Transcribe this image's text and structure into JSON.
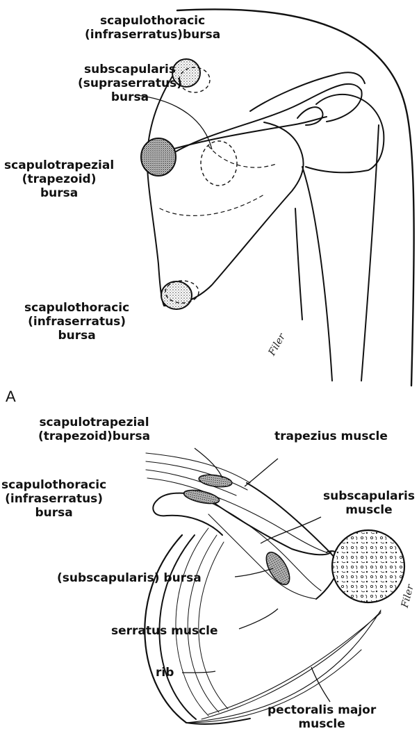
{
  "panel_a": {
    "letter": "A",
    "labels": {
      "scap_thoracic_top": [
        "scapulothoracic",
        "(infraserratus)bursa"
      ],
      "subscapularis": [
        "subscapularis",
        "(supraserratus)",
        "bursa"
      ],
      "scapulotrapezial": [
        "scapulotrapezial",
        "(trapezoid)",
        "bursa"
      ],
      "scap_thoracic_bottom": [
        "scapulothoracic",
        "(infraserratus)",
        "bursa"
      ]
    },
    "signature": "Filer"
  },
  "panel_b": {
    "labels": {
      "scapulotrapezial": [
        "scapulotrapezial",
        "(trapezoid)bursa"
      ],
      "trapezius": [
        "trapezius muscle"
      ],
      "scapulothoracic": [
        "scapulothoracic",
        "(infraserratus)",
        "bursa"
      ],
      "subscapularis_muscle": [
        "subscapularis",
        "muscle"
      ],
      "subscapularis_bursa": [
        "(subscapularis) bursa"
      ],
      "serratus": [
        "serratus muscle"
      ],
      "rib": [
        "rib"
      ],
      "pectoralis": [
        "pectoralis major",
        "muscle"
      ]
    },
    "signature": "Filer"
  }
}
